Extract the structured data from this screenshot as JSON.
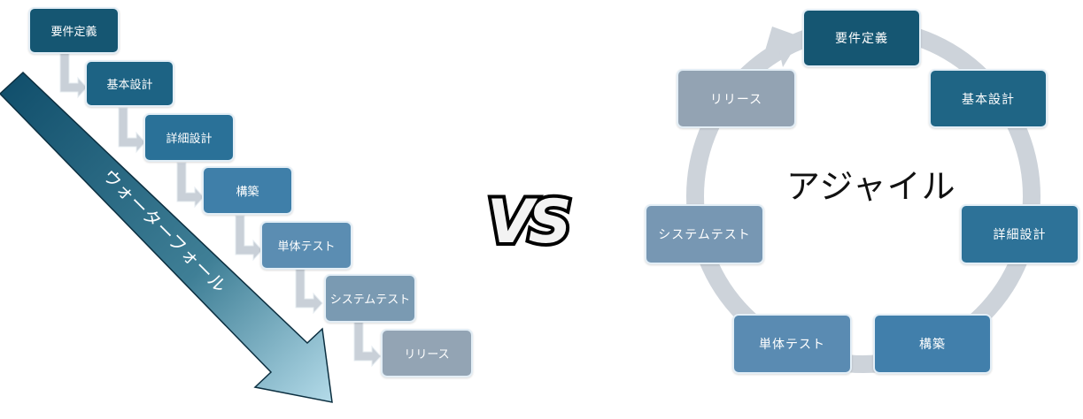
{
  "waterfall": {
    "arrow_label": "ウォーターフォール",
    "steps": [
      {
        "label": "要件定義",
        "color": "#155672"
      },
      {
        "label": "基本設計",
        "color": "#1d6384"
      },
      {
        "label": "詳細設計",
        "color": "#2a7198"
      },
      {
        "label": "構築",
        "color": "#3f7fa9"
      },
      {
        "label": "単体テスト",
        "color": "#5b8db2"
      },
      {
        "label": "システムテスト",
        "color": "#7a9ab2"
      },
      {
        "label": "リリース",
        "color": "#93a4b4"
      }
    ]
  },
  "versus": {
    "label": "VS"
  },
  "agile": {
    "title": "アジャイル",
    "steps": [
      {
        "label": "要件定義",
        "color": "#155672"
      },
      {
        "label": "基本設計",
        "color": "#1f6585"
      },
      {
        "label": "詳細設計",
        "color": "#2d7298"
      },
      {
        "label": "構築",
        "color": "#417fab"
      },
      {
        "label": "単体テスト",
        "color": "#5a8bb2"
      },
      {
        "label": "システムテスト",
        "color": "#7797b3"
      },
      {
        "label": "リリース",
        "color": "#93a3b3"
      }
    ]
  }
}
